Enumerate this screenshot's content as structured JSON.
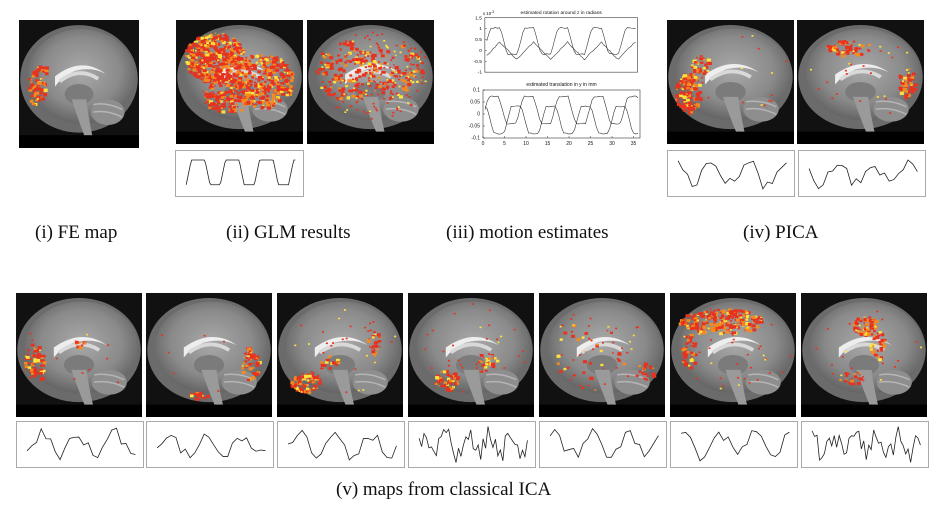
{
  "captions": {
    "fe": "(i) FE map",
    "glm": "(ii) GLM results",
    "motion": "(iii) motion estimates",
    "pica": "(iv) PICA",
    "ica": "(v) maps from classical ICA"
  },
  "motion": {
    "top_title": "estimated rotation around z in radians",
    "top_exponent": "x 10",
    "top_exponent_power": "-3",
    "top_yticks": [
      "1.5",
      "1",
      "0.5",
      "0",
      "-0.5",
      "-1"
    ],
    "bottom_title": "estimated translation in y in mm",
    "bottom_yticks": [
      "0.1",
      "0.05",
      "0",
      "-0.05",
      "-0.1"
    ],
    "xticks": [
      "0",
      "5",
      "10",
      "15",
      "20",
      "25",
      "30",
      "35"
    ]
  },
  "colors": {
    "activation_red": "#e8321f",
    "activation_orange": "#f58a1f",
    "activation_yellow": "#ffe23a",
    "trace_line": "#222222",
    "trace_border": "#aaaaaa"
  }
}
